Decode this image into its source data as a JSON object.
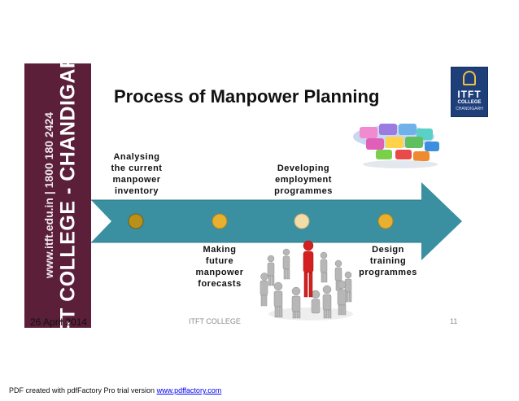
{
  "sidebar": {
    "college_name": "ITFT COLLEGE - CHANDIGARH",
    "contact": "www.itft.edu.in | 1800 180 2424"
  },
  "title": "Process of Manpower Planning",
  "logo": {
    "line1": "ITFT",
    "line2": "COLLEGE",
    "line3": "CHANDIGARH"
  },
  "steps": {
    "analysing": [
      "Analysing",
      "the current",
      "manpower",
      "inventory"
    ],
    "making": [
      "Making",
      "future",
      "manpower",
      "forecasts"
    ],
    "developing": [
      "Developing",
      "employment",
      "programmes"
    ],
    "design": [
      "Design",
      "training",
      "programmes"
    ]
  },
  "colors": {
    "arrow": "#3a8fa0",
    "sidebar": "#5b1f3a",
    "dot1": "#b8901a",
    "dot2": "#e8b030",
    "dot3": "#f2dca8",
    "dot4": "#e8b030"
  },
  "footer": {
    "date": "26 April 2014",
    "center": "ITFT COLLEGE",
    "page": "11"
  },
  "pdf_note": {
    "text": "PDF created with pdfFactory Pro trial version ",
    "link": "www.pdffactory.com"
  }
}
